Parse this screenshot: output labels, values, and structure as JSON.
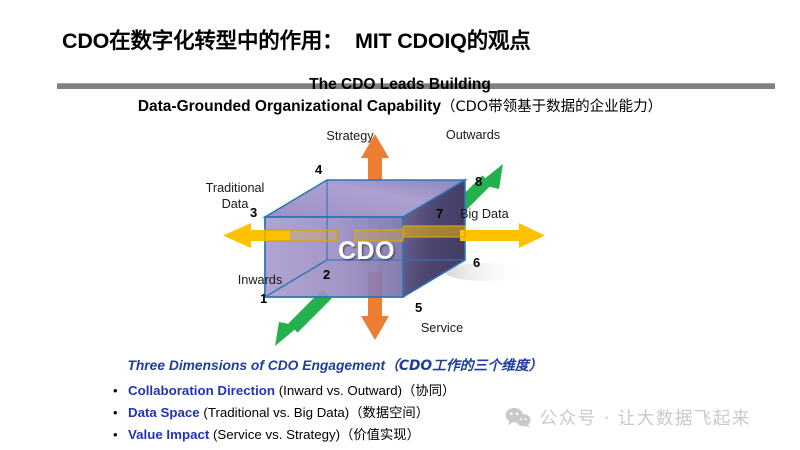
{
  "slide": {
    "title": "CDO在数字化转型中的作用：  MIT CDOIQ的观点",
    "accent_rule_color": "#808080"
  },
  "subtitle": {
    "line1": "The CDO Leads Building",
    "line2_en": "Data-Grounded Organizational Capability",
    "line2_cn": "（CDO带领基于数据的企业能力）"
  },
  "diagram": {
    "center_label": "CDO",
    "axes": [
      {
        "name": "value-impact-axis",
        "color": "#ED7D31",
        "positive_label": "Strategy",
        "negative_label": "Service"
      },
      {
        "name": "data-space-axis",
        "color": "#FFC000",
        "positive_label": "Big Data",
        "negative_label": "Traditional\nData"
      },
      {
        "name": "collaboration-direction-axis",
        "color": "#22B14C",
        "positive_label": "Outwards",
        "negative_label": "Inwards"
      }
    ],
    "labels": {
      "strategy": "Strategy",
      "service": "Service",
      "outwards": "Outwards",
      "inwards": "Inwards",
      "traditional_data": "Traditional\nData",
      "big_data": "Big Data"
    },
    "corner_numbers": [
      "1",
      "2",
      "3",
      "4",
      "5",
      "6",
      "7",
      "8"
    ],
    "cube_colors": {
      "front_face": "#9e8fc4",
      "top_face": "#a094c9",
      "right_face": "#514a76",
      "edge": "#2E75B6"
    }
  },
  "bottom": {
    "heading_en": "Three Dimensions of CDO Engagement",
    "heading_cn": "（CDO工作的三个维度）",
    "bullets": [
      {
        "dot": "•",
        "term": "Collaboration Direction",
        "rest": " (Inward vs. Outward)",
        "cn": "（协同）"
      },
      {
        "dot": "•",
        "term": "Data Space",
        "rest": " (Traditional vs. Big Data)",
        "cn": "（数据空间）"
      },
      {
        "dot": "•",
        "term": "Value Impact",
        "rest": " (Service vs. Strategy)",
        "cn": "（价值实现）"
      }
    ]
  },
  "watermark": {
    "text": "公众号 · 让大数据飞起来",
    "icon": "wechat-icon",
    "color": "#c9c9c9"
  }
}
